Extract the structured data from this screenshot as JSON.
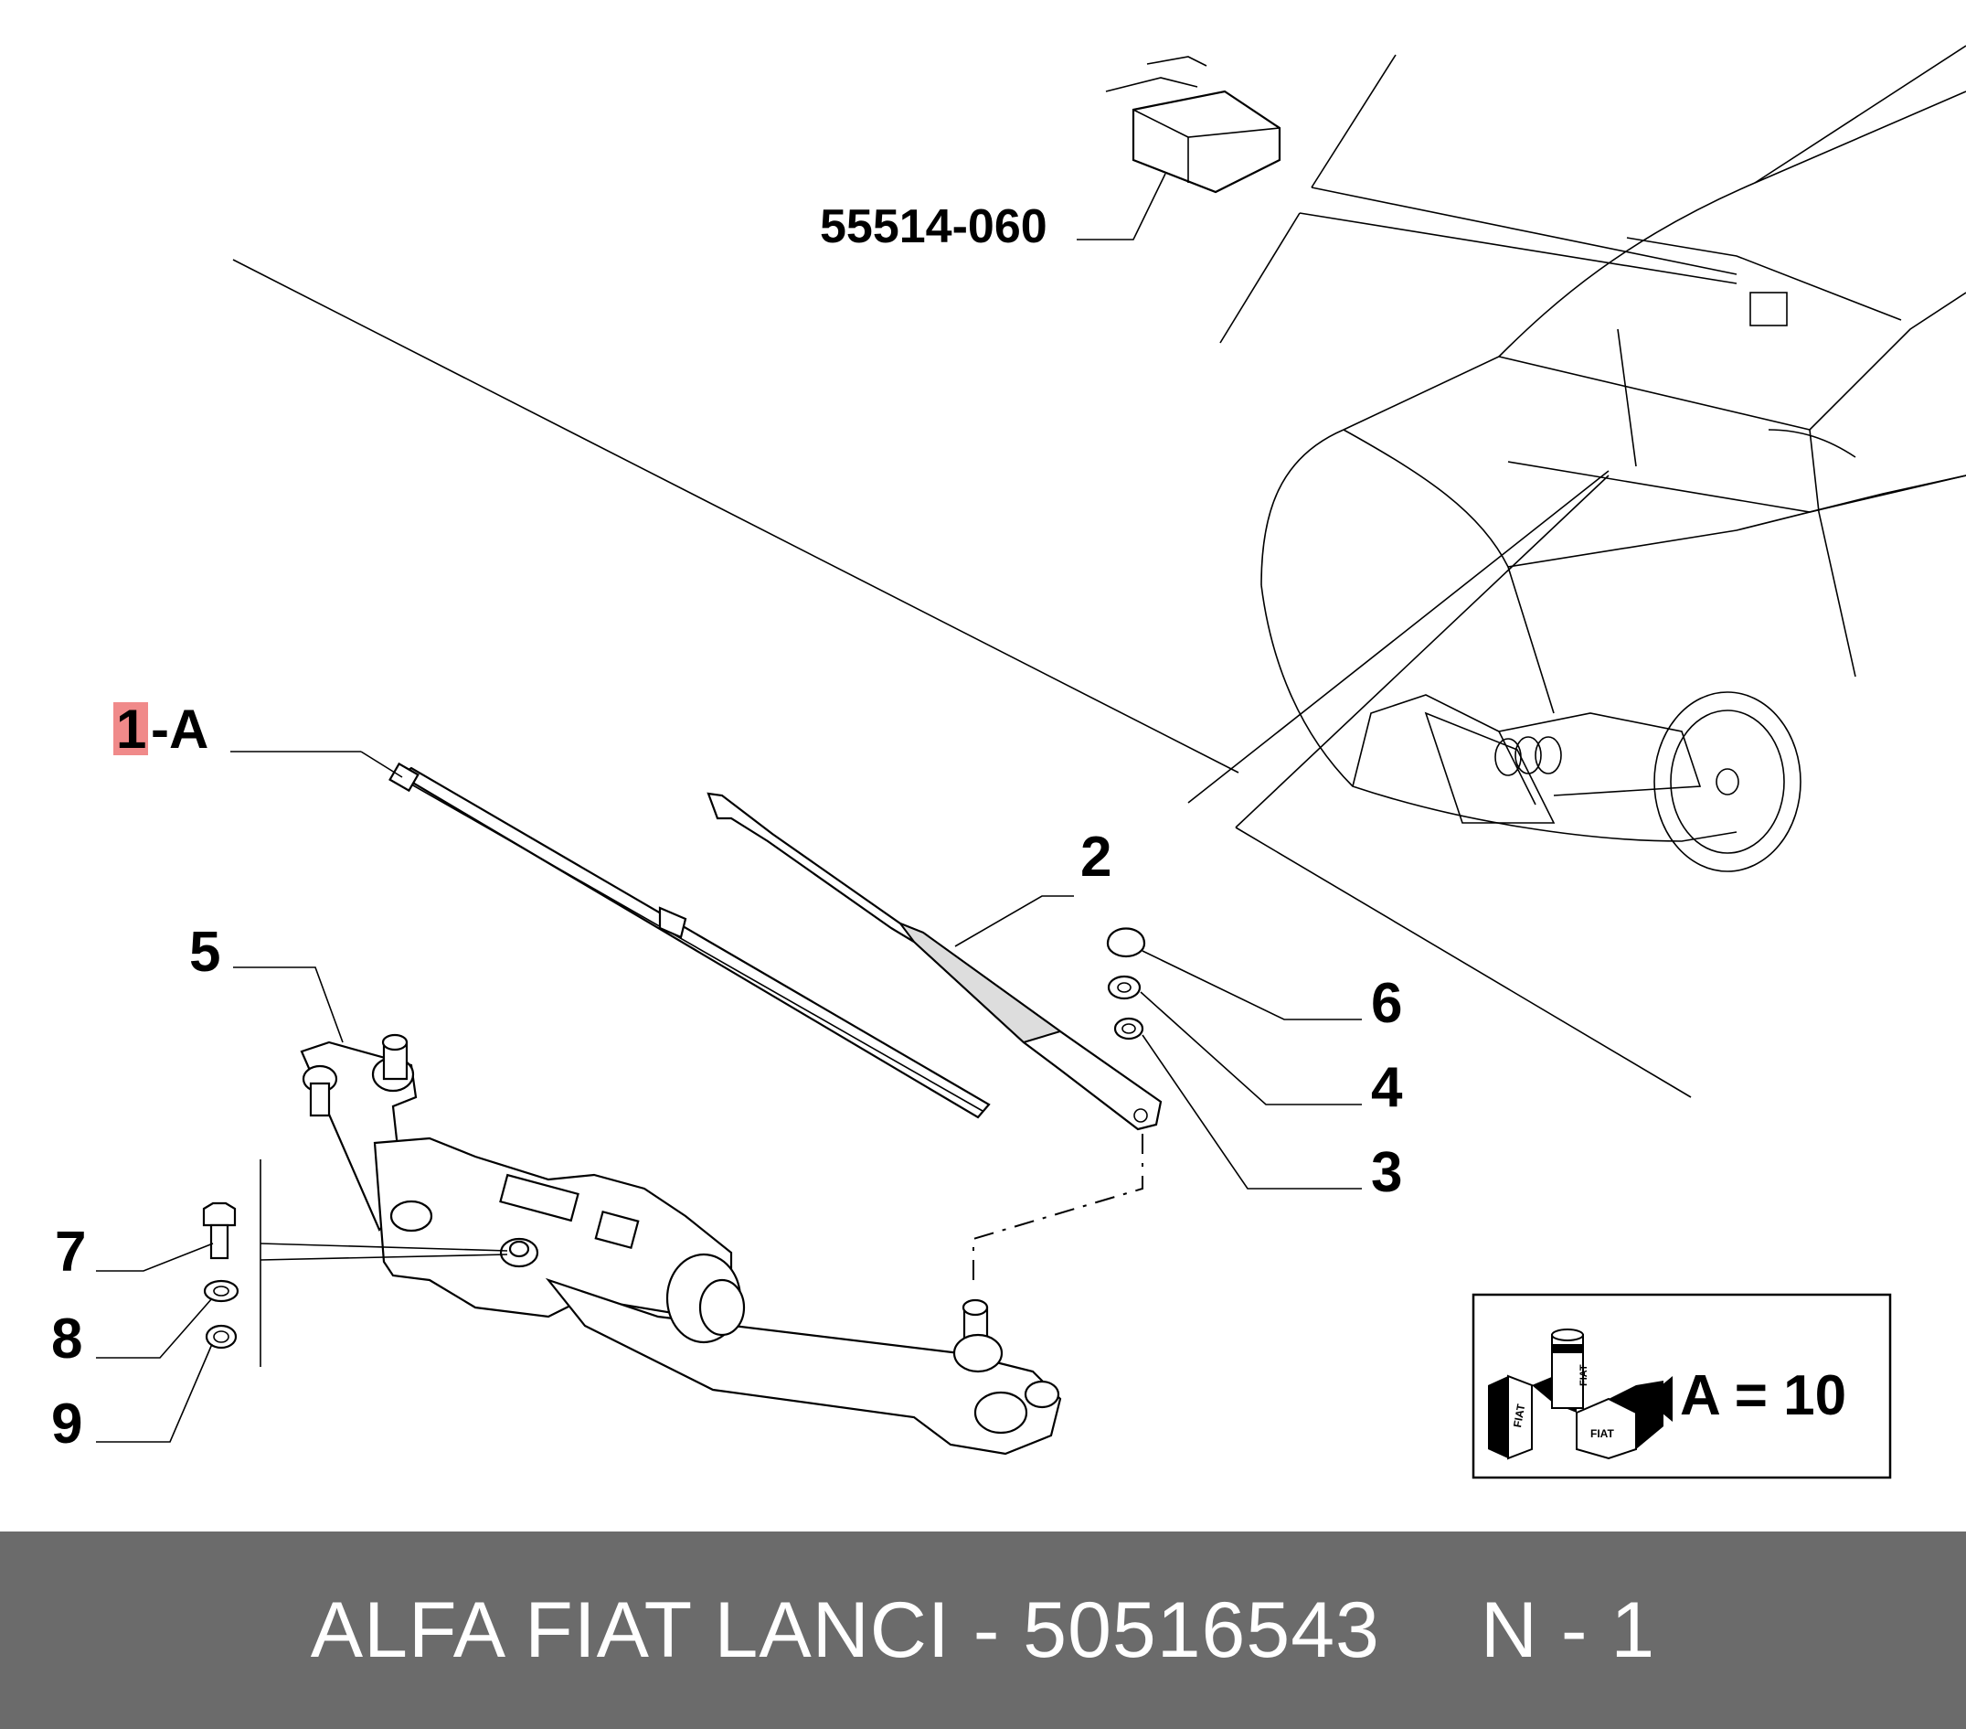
{
  "callouts": {
    "main_part_number": "1",
    "main_part_suffix": "-A",
    "arm": "2",
    "washer_3": "3",
    "washer_4": "4",
    "linkage": "5",
    "cap": "6",
    "bolt": "7",
    "washer_8": "8",
    "nut": "9",
    "sensor_part": "55514-060"
  },
  "legend": {
    "text": "A = 10",
    "icon_label_1": "FIAT",
    "icon_label_2": "FIAT",
    "icon_label_3": "FIAT"
  },
  "footer": {
    "title": "ALFA FIAT LANCI - 50516543",
    "suffix": "N - 1"
  },
  "colors": {
    "highlight": "#f08a8a",
    "footer_bg": "#6b6b6b"
  }
}
